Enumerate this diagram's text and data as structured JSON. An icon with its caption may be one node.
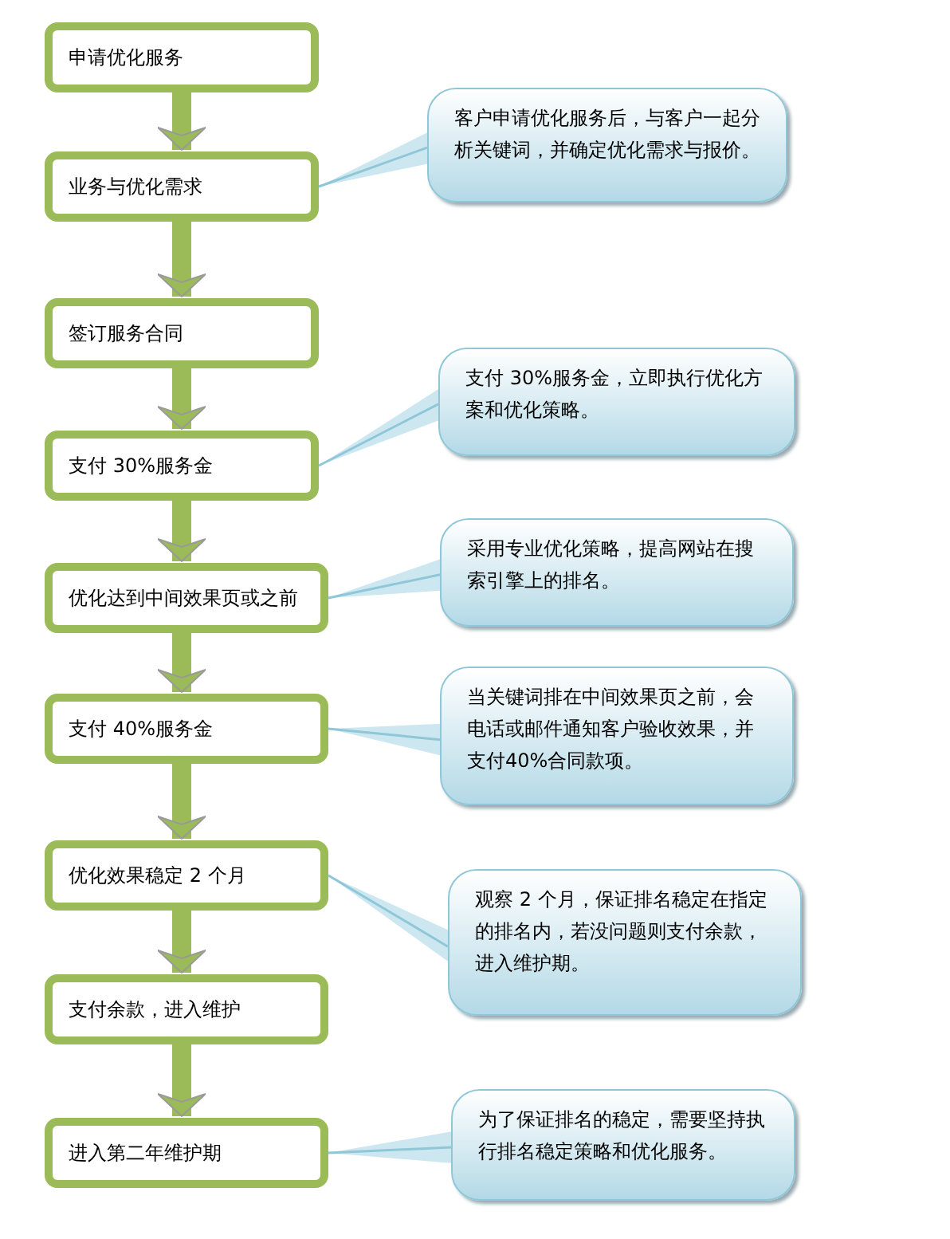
{
  "diagram": {
    "nodes": [
      {
        "text": [
          "申请优化服务"
        ]
      },
      {
        "text": [
          "业务与优化需求"
        ]
      },
      {
        "text": [
          "客户申请优化服务后，与客户一起分析关键词，并确定优化需求与报价。"
        ]
      },
      {
        "text": [
          "签订服务合同"
        ]
      },
      {
        "text": [
          "支付 30%服务金，立即执行优化方案和优化策略。"
        ]
      },
      {
        "text": [
          "支付 30%服务金"
        ]
      },
      {
        "text": [
          "采用专业优化策略，提高网站在搜索引擎上的排名。"
        ]
      },
      {
        "text": [
          "优化达到中间效果页或之前"
        ]
      },
      {
        "text": [
          "当关键词排在中间效果页之前，会电话或邮件通知客户验收效果，并支付40%合同款项。"
        ]
      },
      {
        "text": [
          "支付 40%服务金"
        ]
      },
      {
        "text": [
          "优化效果稳定 2 个月"
        ]
      },
      {
        "text": [
          "观察 2 个月，保证排名稳定在指定的排名内，若没问题则支付余款，进入维护期。"
        ]
      },
      {
        "text": [
          "支付余款，进入维护"
        ]
      },
      {
        "text": [
          "进入第二年维护期"
        ]
      },
      {
        "text": [
          "为了保证排名的稳定，需要坚持执行排名稳定策略和优化服务。"
        ]
      }
    ],
    "edges": [
      {
        "from": 0,
        "to": 1,
        "arrow": "to"
      },
      {
        "from": 1,
        "to": 3,
        "arrow": "to"
      },
      {
        "from": 3,
        "to": 5,
        "arrow": "to"
      },
      {
        "from": 5,
        "to": 7,
        "arrow": "to"
      },
      {
        "from": 7,
        "to": 9,
        "arrow": "to"
      },
      {
        "from": 9,
        "to": 10,
        "arrow": "to"
      },
      {
        "from": 10,
        "to": 12,
        "arrow": "to"
      },
      {
        "from": 12,
        "to": 13,
        "arrow": "to"
      },
      {
        "from": 2,
        "to": 1,
        "arrow": "none",
        "color": "#8fc7d8"
      },
      {
        "from": 4,
        "to": 5,
        "arrow": "none",
        "color": "#8fc7d8"
      },
      {
        "from": 6,
        "to": 7,
        "arrow": "none",
        "color": "#8fc7d8"
      },
      {
        "from": 8,
        "to": 9,
        "arrow": "none",
        "color": "#8fc7d8"
      },
      {
        "from": 11,
        "to": 10,
        "arrow": "none",
        "color": "#8fc7d8"
      },
      {
        "from": 14,
        "to": 13,
        "arrow": "none",
        "color": "#8fc7d8"
      }
    ]
  }
}
